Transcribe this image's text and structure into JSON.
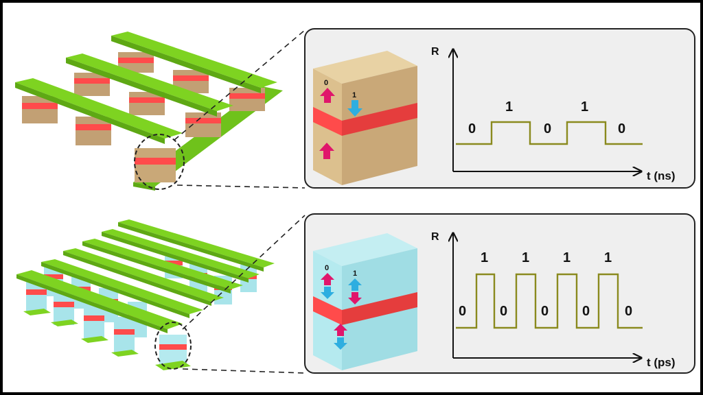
{
  "panels": [
    {
      "id": "top",
      "axis_y": "R",
      "axis_x": "t (ns)",
      "bits": [
        "0",
        "1",
        "0",
        "1",
        "0"
      ],
      "spin_states": [
        "0",
        "1"
      ]
    },
    {
      "id": "bottom",
      "axis_y": "R",
      "axis_x": "t (ps)",
      "bits": [
        "0",
        "1",
        "0",
        "1",
        "0",
        "1",
        "0",
        "1",
        "0"
      ],
      "spin_states": [
        "0",
        "1"
      ]
    }
  ],
  "colors": {
    "electrode": "#7ed321",
    "spacer": "#ff4b4b",
    "ferromagnet": "#d4b583",
    "antiferromagnet": "#a8e4ea",
    "waveform": "#8a8a1e",
    "arrow_magenta": "#e0166b",
    "arrow_cyan": "#2eaee0"
  }
}
